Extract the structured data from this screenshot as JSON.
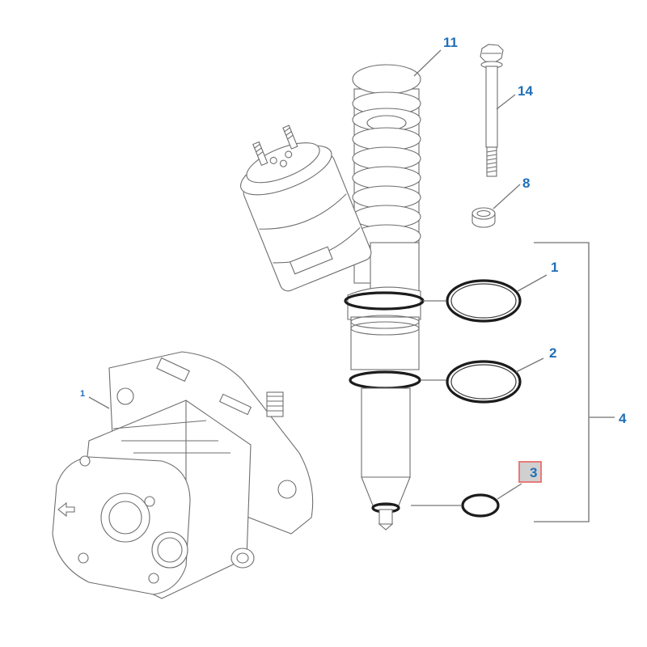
{
  "diagram": {
    "type": "exploded parts diagram",
    "callouts": [
      {
        "id": "c11",
        "label": "11",
        "part": "unit injector"
      },
      {
        "id": "c14",
        "label": "14",
        "part": "bolt"
      },
      {
        "id": "c8",
        "label": "8",
        "part": "washer / sleeve"
      },
      {
        "id": "c1_oring",
        "label": "1",
        "part": "upper o-ring"
      },
      {
        "id": "c2_oring",
        "label": "2",
        "part": "middle o-ring"
      },
      {
        "id": "c3_oring",
        "label": "3",
        "part": "lower o-ring (highlighted)"
      },
      {
        "id": "c4_kit",
        "label": "4",
        "part": "seal kit (bracket groups 1, 2, 3)"
      },
      {
        "id": "c1_pump",
        "label": "1",
        "part": "pump"
      }
    ],
    "highlighted_callout": "3",
    "colors": {
      "callout_text": "#1f6fb8",
      "highlight_fill": "#d0d0d0",
      "highlight_border": "#e87a7a",
      "line_art": "#6e6e6e"
    }
  }
}
